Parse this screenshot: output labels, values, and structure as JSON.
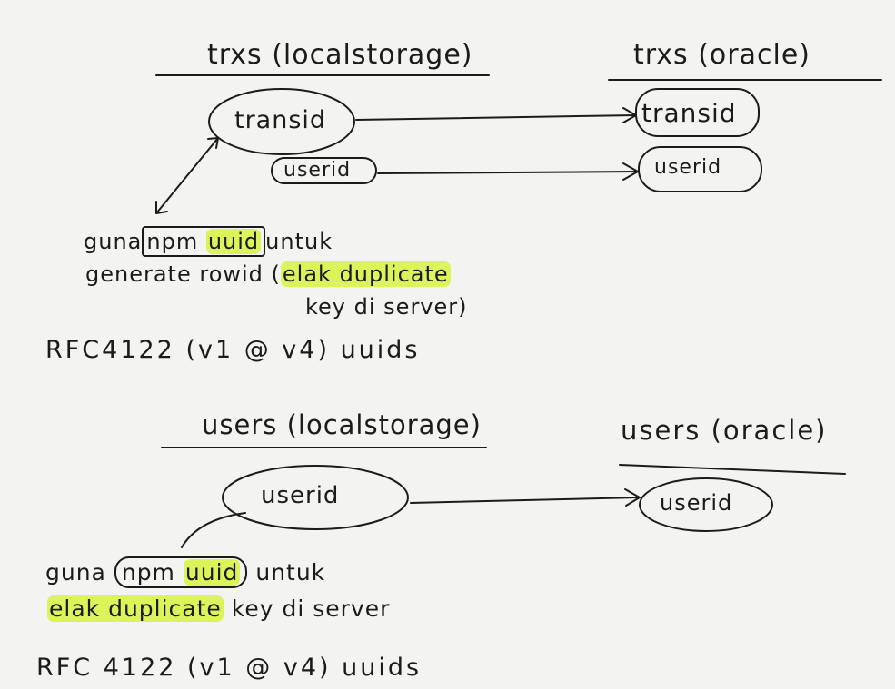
{
  "section1": {
    "left_header": "trxs (localstorage)",
    "right_header": "trxs (oracle)",
    "left_nodes": {
      "transid": "transid",
      "userid": "userid"
    },
    "right_nodes": {
      "transid": "transid",
      "userid": "userid"
    },
    "note": {
      "line1_before": "guna",
      "npm": "npm",
      "uuid": "uuid",
      "line1_after": "untuk",
      "line2_a": "generate rowid (",
      "line2_highlight": "elak duplicate",
      "line3": "key di server)"
    },
    "rfc": "RFC4122 (v1 @ v4) uuids"
  },
  "section2": {
    "left_header": "users (localstorage)",
    "right_header": "users (oracle)",
    "left_node": "userid",
    "right_node": "userid",
    "note": {
      "line1_before": "guna",
      "npm": "npm",
      "uuid": "uuid",
      "line1_after": "untuk",
      "line2_highlight": "elak duplicate",
      "line2_after": "key di server"
    },
    "rfc": "RFC 4122 (v1 @ v4) uuids"
  },
  "colors": {
    "ink": "#1b1b1b",
    "paper": "#f3f3f1",
    "highlighter": "#dcf35a"
  }
}
